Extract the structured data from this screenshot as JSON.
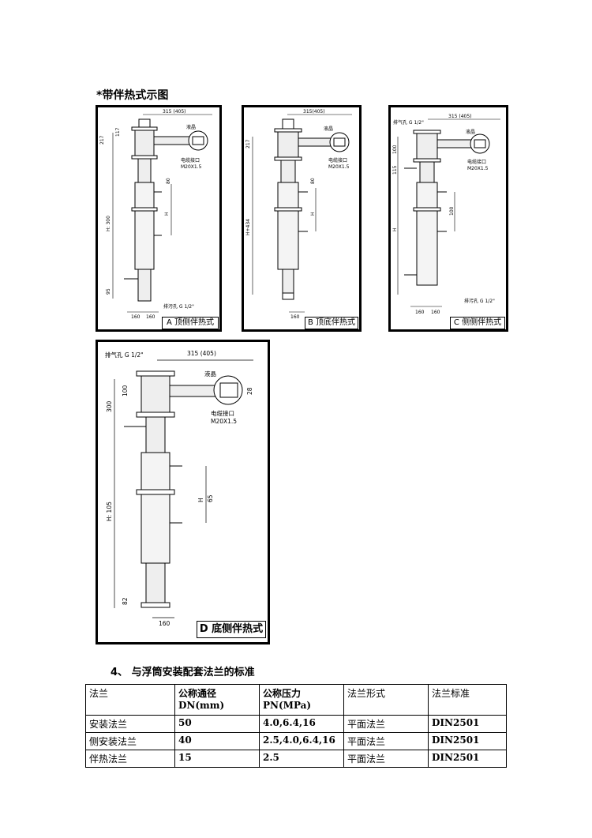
{
  "heading": "*带伴热式示图",
  "figures": [
    {
      "caption": "A 顶侧伴热式",
      "labels": {
        "dim_top": "315 (405)",
        "dim_217": "217",
        "dim_117": "117",
        "level": "液晶",
        "cable": "电缆接口",
        "cable_thread": "M20X1.5",
        "dim_h": "H: 300",
        "dim_80": "80",
        "dim_h_small": "H",
        "dim_95": "95",
        "dim_160a": "160",
        "dim_160b": "160",
        "vent": "排污孔 G 1/2\""
      }
    },
    {
      "caption": "B 顶底伴热式",
      "labels": {
        "dim_top": "315(405)",
        "dim_217": "217",
        "level": "液晶",
        "cable": "电缆接口",
        "cable_thread": "M20X1.5",
        "dim_h": "H+434",
        "dim_80": "80",
        "dim_h_small": "H",
        "dim_160": "160"
      }
    },
    {
      "caption": "C 侧侧伴热式",
      "labels": {
        "vent": "排气孔 G 1/2\"",
        "dim_top": "315 (405)",
        "dim_100": "100",
        "dim_115": "115",
        "level": "液晶",
        "cable": "电缆接口",
        "cable_thread": "M20X1.5",
        "dim_h": "H",
        "dim_100b": "100",
        "dim_160a": "160",
        "dim_160b": "160",
        "drain": "排污孔 G 1/2\""
      }
    },
    {
      "caption": "D 底侧伴热式",
      "labels": {
        "vent": "排气孔 G 1/2\"",
        "dim_top": "315 (405)",
        "level": "液晶",
        "dim_100": "100",
        "dim_300": "300",
        "cable": "电缆接口",
        "cable_thread": "M20X1.5",
        "dim_h": "H: 105",
        "dim_h_small": "H",
        "dim_65": "65",
        "dim_82": "82",
        "dim_160": "160",
        "dim_28": "28"
      }
    }
  ],
  "section_title": "4、 与浮筒安装配套法兰的标准",
  "table": {
    "header": [
      "法兰",
      "公称通径\nDN(mm)",
      "公称压力\nPN(MPa)",
      "法兰形式",
      "法兰标准"
    ],
    "rows": [
      [
        "安装法兰",
        "50",
        "4.0,6.4,16",
        "平面法兰",
        "DIN2501"
      ],
      [
        "侧安装法兰",
        "40",
        "2.5,4.0,6.4,16",
        "平面法兰",
        "DIN2501"
      ],
      [
        "伴热法兰",
        "15",
        "2.5",
        "平面法兰",
        "DIN2501"
      ]
    ]
  }
}
